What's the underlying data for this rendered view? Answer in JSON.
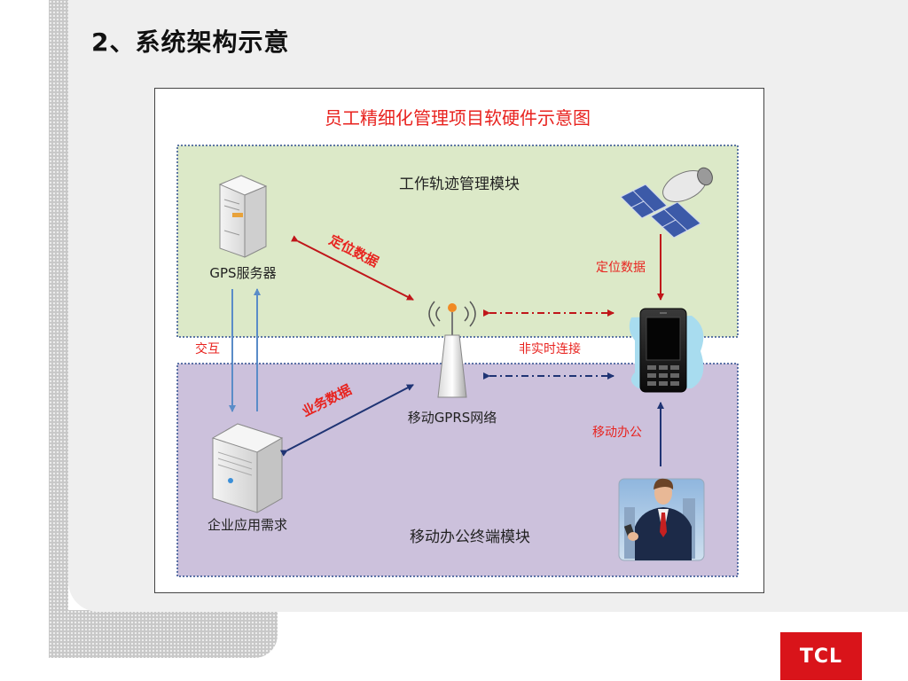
{
  "slide": {
    "title": "2、系统架构示意",
    "logo": "TCL"
  },
  "diagram": {
    "title": "员工精细化管理项目软硬件示意图",
    "modules": {
      "top": "工作轨迹管理模块",
      "bottom": "移动办公终端模块"
    },
    "nodes": {
      "gps_server": "GPS服务器",
      "gprs_network": "移动GPRS网络",
      "enterprise_app": "企业应用需求"
    },
    "edge_labels": {
      "positioning_data_diagonal": "定位数据",
      "positioning_data_vertical": "定位数据",
      "interaction": "交互",
      "non_realtime": "非实时连接",
      "business_data": "业务数据",
      "mobile_office": "移动办公"
    },
    "icons": [
      "server-icon",
      "satellite-icon",
      "antenna-icon",
      "mobile-phone-icon",
      "desktop-server-icon",
      "businessman-icon"
    ],
    "colors": {
      "top_module_bg": "#dce9c8",
      "bottom_module_bg": "#ccc1dc",
      "red_text": "#e8231f",
      "red_arrow": "#c0161a",
      "navy_arrow": "#1f3474",
      "blue_arrow": "#5a8cc8"
    }
  }
}
